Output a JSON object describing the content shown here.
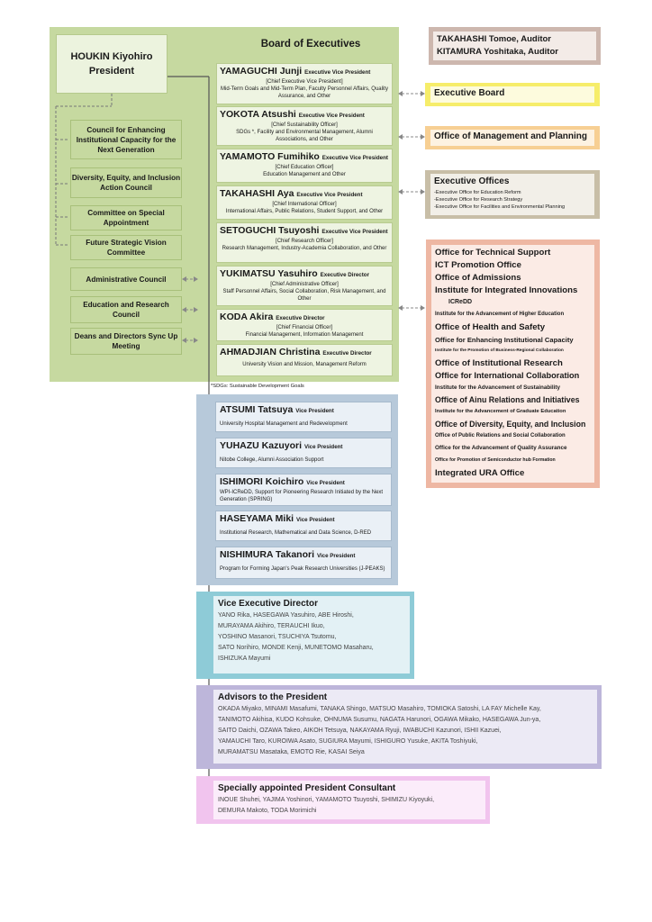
{
  "board": {
    "title": "Board of Executives",
    "president_name": "HOUKIN Kiyohiro",
    "president_title": "President",
    "executives": [
      {
        "name": "YAMAGUCHI Junji",
        "title": "Executive Vice President",
        "role": "[Chief Executive Vice President]",
        "duties": "Mid-Term Goals and Mid-Term Plan, Faculty Personnel Affairs, Quality Assurance, and Other"
      },
      {
        "name": "YOKOTA Atsushi",
        "title": "Executive Vice President",
        "role": "[Chief Sustainability Officer]",
        "duties": "SDGs *, Facility and Environmental Management, Alumni Associations, and Other"
      },
      {
        "name": "YAMAMOTO Fumihiko",
        "title": "Executive Vice President",
        "role": "[Chief Education Officer]",
        "duties": "Education Management and Other"
      },
      {
        "name": "TAKAHASHI Aya",
        "title": "Executive Vice President",
        "role": "[Chief International Officer]",
        "duties": "International Affairs, Public Relations, Student Support, and Other"
      },
      {
        "name": "SETOGUCHI Tsuyoshi",
        "title": "Executive Vice President",
        "role": "[Chief Research Officer]",
        "duties": "Research Management, Industry-Academia Collaboration, and Other"
      },
      {
        "name": "YUKIMATSU Yasuhiro",
        "title": "Executive Director",
        "role": "[Chief Administrative Officer]",
        "duties": "Staff Personnel Affairs, Social Collaboration, Risk Management, and Other"
      },
      {
        "name": "KODA Akira",
        "title": "Executive Director",
        "role": "[Chief Financial Officer]",
        "duties": "Financial Management, Information Management"
      },
      {
        "name": "AHMADJIAN Christina",
        "title": "Executive Director",
        "role": "",
        "duties": "University Vision and Mission, Management Reform"
      }
    ],
    "footnote": "*SDGs: Sustainable Development Goals"
  },
  "councils": [
    "Council for Enhancing Institutional Capacity for the Next Generation",
    "Diversity, Equity, and Inclusion Action Council",
    "Committee on Special Appointment",
    "Future Strategic Vision Committee",
    "Administrative Council",
    "Education and Research Council",
    "Deans and Directors Sync Up Meeting"
  ],
  "vice_presidents": [
    {
      "name": "ATSUMI Tatsuya",
      "title": "Vice President",
      "duties": "University Hospital Management and Redevelopment"
    },
    {
      "name": "YUHAZU Kazuyori",
      "title": "Vice President",
      "duties": "Nitobe College, Alumni Association Support"
    },
    {
      "name": "ISHIMORI Koichiro",
      "title": "Vice President",
      "duties": "WPI-ICReDD, Support for Pioneering Research Initiated by the Next Generation (SPRING)"
    },
    {
      "name": "HASEYAMA Miki",
      "title": "Vice President",
      "duties": "Institutional Research, Mathematical and Data Science, D-RED"
    },
    {
      "name": "NISHIMURA Takanori",
      "title": "Vice President",
      "duties": "Program for Forming Japan's Peak Research Universities (J-PEAKS)"
    }
  ],
  "vice_executive_director": {
    "heading": "Vice Executive Director",
    "lines": [
      "YANO Rika, HASEGAWA Yasuhiro, ABE Hiroshi,",
      "MURAYAMA Akihiro, TERAUCHI Ikuo,",
      "YOSHINO Masanori, TSUCHIYA Tsutomu,",
      "SATO Norihiro, MONDE Kenji, MUNETOMO Masaharu,",
      "ISHIZUKA Mayumi"
    ]
  },
  "advisors": {
    "heading": "Advisors to the President",
    "lines": [
      "OKADA Miyako, MINAMI Masafumi, TANAKA Shingo, MATSUO Masahiro, TOMIOKA Satoshi, LA FAY Michelle Kay,",
      "TANIMOTO Akihisa, KUDO Kohsuke, OHNUMA Susumu, NAGATA Harunori, OGAWA Mikako, HASEGAWA Jun-ya,",
      "SAITO Daichi, OZAWA Takeo, AIKOH Tetsuya, NAKAYAMA Ryuji, IWABUCHI Kazunori, ISHII Kazuei,",
      "YAMAUCHI Taro, KUROIWA Asato, SUGIURA Mayumi, ISHIGURO Yusuke, AKITA Toshiyuki,",
      "MURAMATSU Masataka, EMOTO Rie, KASAI Seiya"
    ]
  },
  "consultant": {
    "heading": "Specially appointed President Consultant",
    "lines": [
      "INOUE Shuhei, YAJIMA Yoshinori, YAMAMOTO Tsuyoshi, SHIMIZU Kiyoyuki,",
      "DEMURA Makoto, TODA Morimichi"
    ]
  },
  "auditors": [
    "TAKAHASHI Tomoe, Auditor",
    "KITAMURA Yoshitaka, Auditor"
  ],
  "executive_board": "Executive Board",
  "office_mgmt_planning": "Office of Management and Planning",
  "executive_offices": {
    "heading": "Executive Offices",
    "items": [
      "-Executive Office for Education Reform",
      "-Executive Office for Research Strategy",
      "-Executive Office for Facilities and Environmental Planning"
    ]
  },
  "offices": [
    {
      "label": "Office for Technical Support",
      "size": "l"
    },
    {
      "label": "ICT Promotion Office",
      "size": "l"
    },
    {
      "label": "Office of Admissions",
      "size": "l"
    },
    {
      "label": "Institute for Integrated Innovations",
      "size": "l"
    },
    {
      "label": "ICReDD",
      "size": "m"
    },
    {
      "label": "Institute for the Advancement of Higher Education",
      "size": "s"
    },
    {
      "label": "Office of Health and Safety",
      "size": "l"
    },
    {
      "label": "Office for Enhancing Institutional Capacity",
      "size": "m"
    },
    {
      "label": "Institute for the Promotion of Business-Regional Collaboration",
      "size": "xs"
    },
    {
      "label": "Office of Institutional Research",
      "size": "l"
    },
    {
      "label": "Office for International Collaboration",
      "size": "l"
    },
    {
      "label": "Institute for the Advancement of Sustainability",
      "size": "s"
    },
    {
      "label": "Office of Ainu Relations and Initiatives",
      "size": "l"
    },
    {
      "label": "Institute for the Advancement of Graduate Education",
      "size": "s"
    },
    {
      "label": "Office of Diversity, Equity, and Inclusion",
      "size": "l"
    },
    {
      "label": "Office of Public Relations and Social Collaboration",
      "size": "s"
    },
    {
      "label": "Office for the Advancement of Quality Assurance",
      "size": "s"
    },
    {
      "label": "Office for Promotion of Semiconductor hub Formation",
      "size": "xs"
    },
    {
      "label": "Integrated URA Office",
      "size": "l"
    }
  ]
}
